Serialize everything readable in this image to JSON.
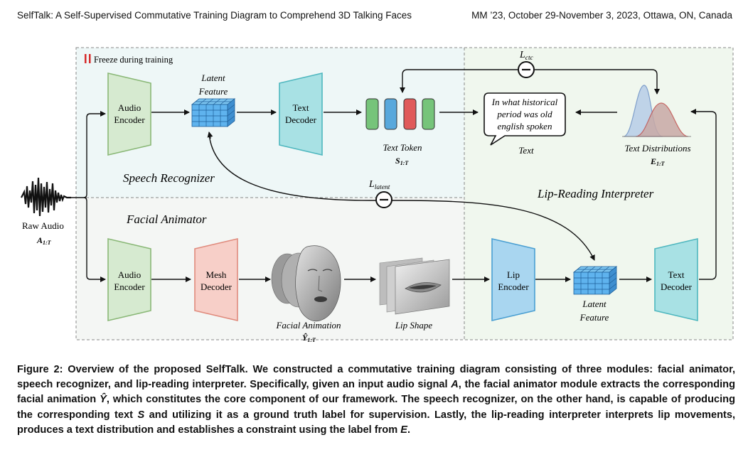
{
  "header": {
    "left": "SelfTalk: A Self-Supervised Commutative Training Diagram to Comprehend 3D Talking Faces",
    "right": "MM ’23, October 29-November 3, 2023, Ottawa, ON, Canada"
  },
  "figure": {
    "freeze_legend": "Freeze during training",
    "regions": {
      "speech_recognizer": "Speech Recognizer",
      "facial_animator": "Facial Animator",
      "lip_reading_interpreter": "Lip-Reading Interpreter"
    },
    "raw_audio": {
      "label": "Raw Audio",
      "symbol": "A",
      "sub": "1:T"
    },
    "audio_encoder_top": [
      "Audio",
      "Encoder"
    ],
    "audio_encoder_bottom": [
      "Audio",
      "Encoder"
    ],
    "latent_feature_top": [
      "Latent",
      "Feature"
    ],
    "latent_feature_bottom": [
      "Latent",
      "Feature"
    ],
    "text_decoder_top": [
      "Text",
      "Decoder"
    ],
    "text_decoder_bottom": [
      "Text",
      "Decoder"
    ],
    "mesh_decoder": [
      "Mesh",
      "Decoder"
    ],
    "lip_encoder": [
      "Lip",
      "Encoder"
    ],
    "text_token": {
      "label": "Text Token",
      "symbol": "S",
      "sub": "1:T"
    },
    "text_bubble": [
      "In what historical",
      "period was old",
      "english spoken"
    ],
    "text_label": "Text",
    "text_distributions": {
      "label": "Text Distributions",
      "symbol": "E",
      "sub": "1:T"
    },
    "facial_animation": {
      "label": "Facial Animation",
      "symbol": "Ŷ",
      "sub": "1:T"
    },
    "lip_shape": "Lip Shape",
    "loss_ctc": {
      "symbol": "L",
      "sub": "ctc"
    },
    "loss_latent": {
      "symbol": "L",
      "sub": "latent"
    },
    "colors": {
      "green_fill": "#d6ead0",
      "green_stroke": "#8ab877",
      "cyan_fill": "#a8e1e4",
      "cyan_stroke": "#4fb7bf",
      "pink_fill": "#f7cfc8",
      "pink_stroke": "#e08b7d",
      "blue_fill": "#a9d6f0",
      "blue_stroke": "#4a9fd2",
      "token_green": "#76c47a",
      "token_blue": "#58a8dc",
      "token_red": "#e05a5a",
      "freeze_red": "#d62b2b"
    }
  },
  "caption": {
    "label": "Figure 2:",
    "p1": " Overview of the proposed SelfTalk. We constructed a commutative training diagram consisting of three modules: facial animator, speech recognizer, and lip-reading interpreter. Specifically, given an input audio signal ",
    "v1": "A",
    "p2": ", the facial animator module extracts the corresponding facial animation ",
    "v2": "Ŷ",
    "p3": ", which constitutes the core component of our framework. The speech recognizer, on the other hand, is capable of producing the corresponding text ",
    "v3": "S",
    "p4": " and utilizing it as a ground truth label for supervision. Lastly, the lip-reading interpreter interprets lip movements, produces a text distribution and establishes a constraint using the label from ",
    "v4": "E",
    "p5": "."
  }
}
